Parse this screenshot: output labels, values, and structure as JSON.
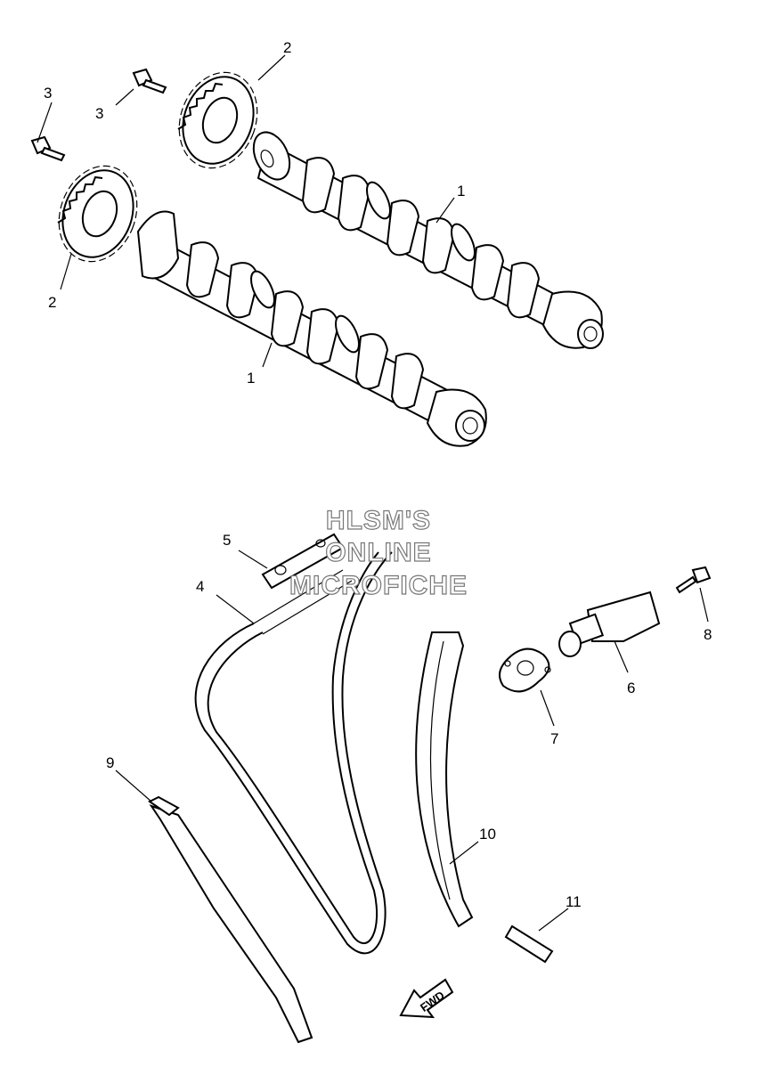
{
  "watermark": {
    "line1": "HLSM'S",
    "line2": "ONLINE",
    "line3": "MICROFICHE"
  },
  "direction_badge": "FWD",
  "callouts": [
    {
      "id": "camshaft-upper",
      "number": "1"
    },
    {
      "id": "camshaft-lower",
      "number": "1"
    },
    {
      "id": "sprocket-upper",
      "number": "2"
    },
    {
      "id": "sprocket-lower",
      "number": "2"
    },
    {
      "id": "bolt-upper",
      "number": "3"
    },
    {
      "id": "bolt-lower",
      "number": "3"
    },
    {
      "id": "timing-chain",
      "number": "4"
    },
    {
      "id": "chain-guide-top",
      "number": "5"
    },
    {
      "id": "tensioner-assembly",
      "number": "6"
    },
    {
      "id": "tensioner-gasket",
      "number": "7"
    },
    {
      "id": "tensioner-bolt",
      "number": "8"
    },
    {
      "id": "chain-guide-exhaust",
      "number": "9"
    },
    {
      "id": "chain-guide-intake",
      "number": "10"
    },
    {
      "id": "guide-pin",
      "number": "11"
    }
  ]
}
